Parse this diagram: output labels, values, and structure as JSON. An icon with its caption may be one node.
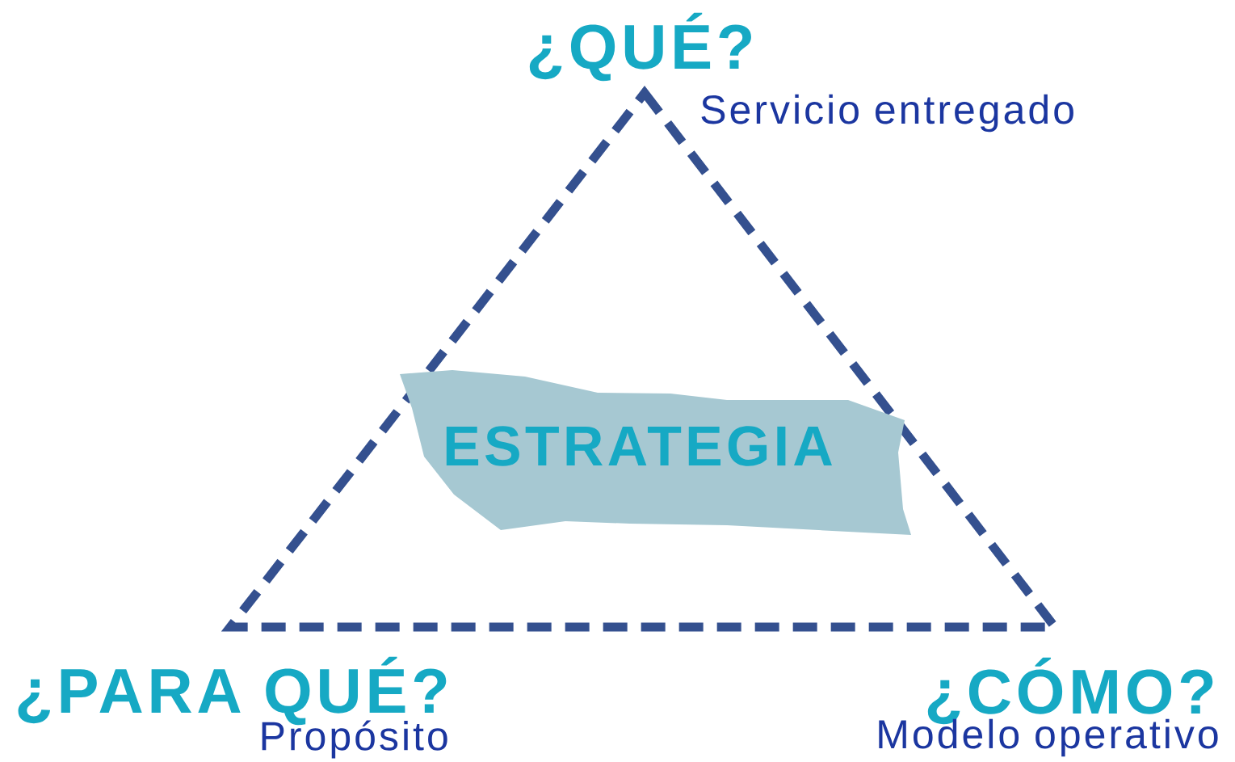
{
  "diagram": {
    "nodes": [
      {
        "text": [
          "ESTRATEGIA"
        ]
      }
    ],
    "labels": [
      "¿QUÉ?",
      "Servicio entregado",
      "¿PARA QUÉ?",
      "¿CÓMO?",
      "Propósito",
      "Modelo operativo"
    ]
  }
}
